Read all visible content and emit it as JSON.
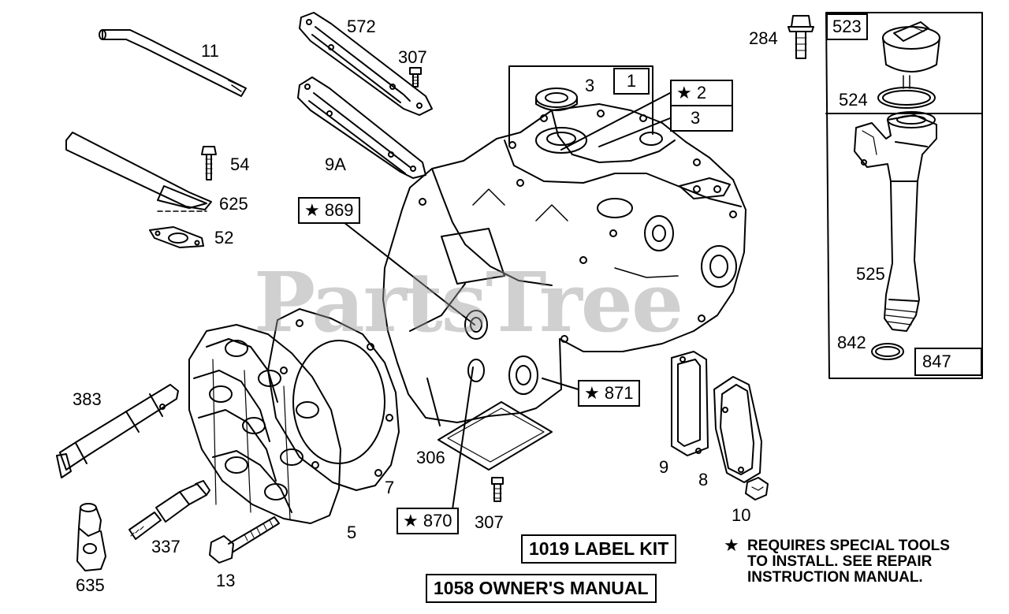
{
  "watermark": "PartsTree",
  "labels": {
    "p11": "11",
    "p572": "572",
    "p307a": "307",
    "p54": "54",
    "p9a": "9A",
    "p625": "625",
    "p52": "52",
    "p3a": "3",
    "p3b": "3",
    "p284": "284",
    "p524": "524",
    "p525": "525",
    "p842": "842",
    "p383": "383",
    "p306": "306",
    "p7": "7",
    "p9": "9",
    "p8": "8",
    "p10": "10",
    "p307b": "307",
    "p5": "5",
    "p337": "337",
    "p635": "635",
    "p13": "13"
  },
  "boxes": {
    "b1": "1",
    "b2": "★ 2",
    "b523": "523",
    "b847": "847",
    "b869": "★ 869",
    "b871": "★ 871",
    "b870": "★ 870"
  },
  "kits": {
    "label_kit": "1019 LABEL KIT",
    "owners_manual": "1058 OWNER'S MANUAL"
  },
  "note": {
    "star": "★",
    "line1": "REQUIRES SPECIAL TOOLS",
    "line2": "TO INSTALL.  SEE REPAIR",
    "line3": "INSTRUCTION MANUAL."
  }
}
